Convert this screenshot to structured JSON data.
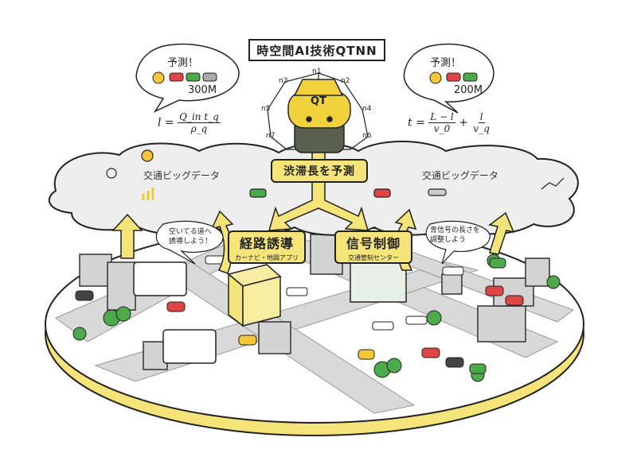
{
  "title": "時空間AI技術QTNN",
  "mascot": {
    "face_text": "QT"
  },
  "nodes": [
    "n1",
    "n2",
    "n3",
    "n4",
    "n5",
    "n6",
    "n7"
  ],
  "left_bubble": {
    "heading": "予測！",
    "distance": "300M"
  },
  "right_bubble": {
    "heading": "予測！",
    "distance": "200M"
  },
  "formula_left": {
    "lhs": "l",
    "numerator": "Q_in t_q",
    "denominator": "ρ_q"
  },
  "formula_right": {
    "lhs": "t",
    "term1_num": "L − l",
    "term1_den": "v_0",
    "term2_num": "l",
    "term2_den": "v_q"
  },
  "cloud": {
    "left_label": "交通ビッグデータ",
    "right_label": "交通ビッグデータ",
    "center_label": "渋滞長を予測"
  },
  "route_box": {
    "title": "経路誘導",
    "subtitle": "カーナビ・地図アプリ"
  },
  "signal_box": {
    "title": "信号制御",
    "subtitle": "交通管制センター"
  },
  "speech_left": {
    "line1": "空いてる道へ",
    "line2": "誘導しよう！"
  },
  "speech_right": {
    "line1": "青信号の長さを",
    "line2": "調整しよう"
  },
  "colors": {
    "yellow": "#f5e47a",
    "mascot": "#f2d23c",
    "cloud": "#eeeeee",
    "ground": "#dcdcdc",
    "tree": "#4caa4a",
    "car_red": "#e04545",
    "car_green": "#4caa4a",
    "car_yellow": "#f2c838"
  }
}
